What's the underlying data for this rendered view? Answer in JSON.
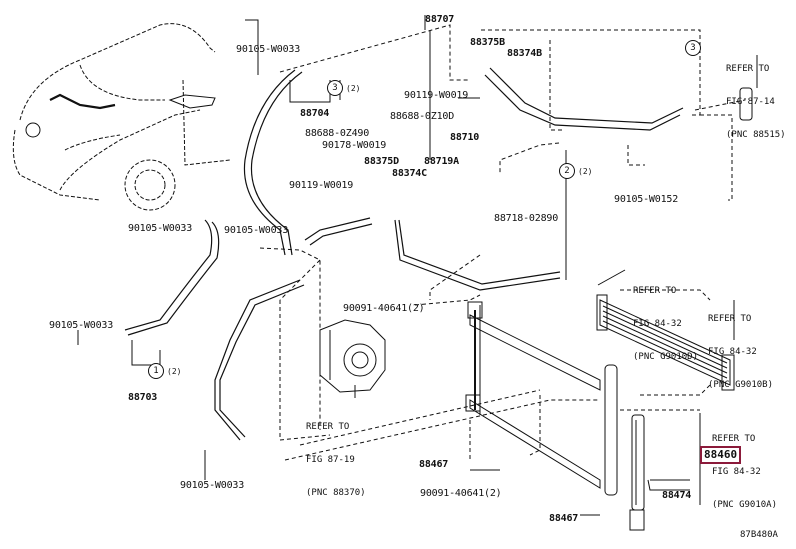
{
  "diagram": {
    "figure_code": "87B480A",
    "highlight_color": "#8b1a3a",
    "line_color": "#111111"
  },
  "labels": {
    "p88707": "88707",
    "p88375B": "88375B",
    "p88374B": "88374B",
    "p88704": "88704",
    "p90105_w0033_top": "90105-W0033",
    "p90119_w0019_a": "90119-W0019",
    "p88688_0z100": "88688-0Z10D",
    "p88710": "88710",
    "p88688_0z490": "88688-0Z490",
    "p90178_w0019": "90178-W0019",
    "p88375D": "88375D",
    "p88719A": "88719A",
    "p88374C": "88374C",
    "p90119_w0019_b": "90119-W0019",
    "p88718_02890": "88718-02890",
    "p90105_w0152": "90105-W0152",
    "p90105_w0033_left": "90105-W0033",
    "p90105_w0033_mid": "90105-W0033",
    "p90091_40641_a": "90091-40641(2)",
    "p90105_w0033_lower": "90105-W0033",
    "p88703": "88703",
    "p90105_w0033_bottom": "90105-W0033",
    "p88467_a": "88467",
    "p90091_40641_b": "90091-40641(2)",
    "p88467_b": "88467",
    "p88474": "88474",
    "p88460": "88460"
  },
  "references": {
    "ref_88515": [
      "REFER TO",
      "FIG 87-14",
      "(PNC 88515)"
    ],
    "ref_88370": [
      "REFER TO",
      "FIG 87-19",
      "(PNC 88370)"
    ],
    "ref_g9010d": [
      "REFER TO",
      "FIG 84-32",
      "(PNC G9010D)"
    ],
    "ref_g9010b": [
      "REFER TO",
      "FIG 84-32",
      "(PNC G9010B)"
    ],
    "ref_g9010a": [
      "REFER TO",
      "FIG 84-32",
      "(PNC G9010A)"
    ]
  },
  "callouts": {
    "c1": {
      "num": "1",
      "qty": "(2)"
    },
    "c2": {
      "num": "2",
      "qty": "(2)"
    },
    "c3a": {
      "num": "3",
      "qty": "(2)"
    },
    "c3b": {
      "num": "3",
      "qty": ""
    }
  }
}
